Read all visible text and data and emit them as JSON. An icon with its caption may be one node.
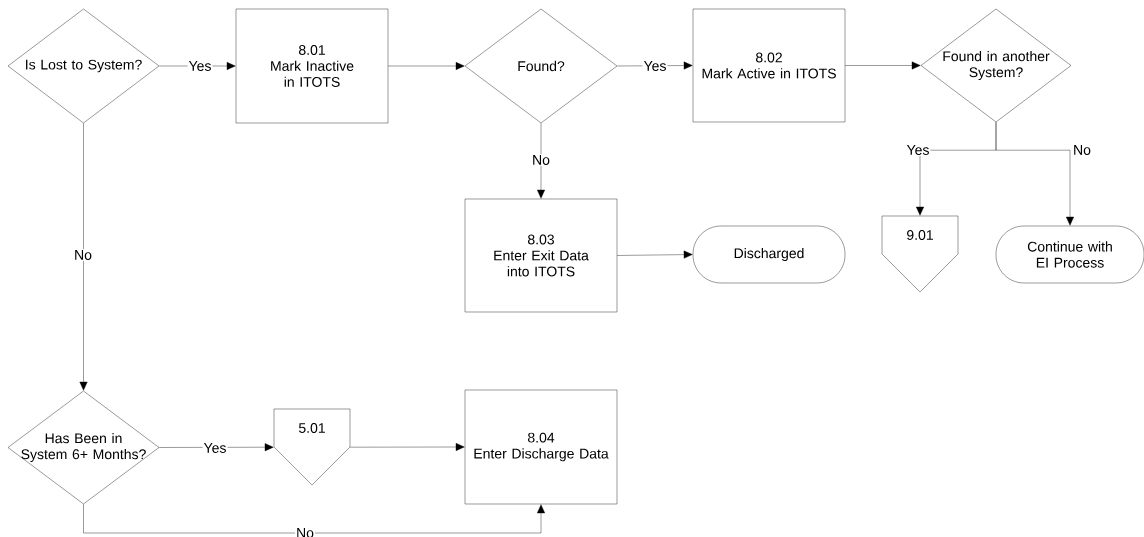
{
  "diagram": {
    "nodes": [
      {
        "text": [
          "Is Lost to System?"
        ]
      },
      {
        "text": [
          "8.01",
          "Mark Inactive in ITOTS"
        ]
      },
      {
        "text": [
          "Found?"
        ]
      },
      {
        "text": [
          "8.02",
          "Mark Active in ITOTS"
        ]
      },
      {
        "text": [
          "Found in another System?"
        ]
      },
      {
        "text": [
          "8.03",
          "Enter Exit Data into ITOTS"
        ]
      },
      {
        "text": [
          "Discharged"
        ]
      },
      {
        "text": [
          "9.01"
        ]
      },
      {
        "text": [
          "Continue with EI Process"
        ]
      },
      {
        "text": [
          "Has Been in System 6+ Months?"
        ]
      },
      {
        "text": [
          "5.01"
        ]
      },
      {
        "text": [
          "8.04",
          "Enter Discharge Data"
        ]
      }
    ],
    "edges": [
      {
        "from": 0,
        "to": 1,
        "arrow": "to",
        "label": "Yes"
      },
      {
        "from": 1,
        "to": 2,
        "arrow": "to"
      },
      {
        "from": 2,
        "to": 3,
        "arrow": "to",
        "label": "Yes"
      },
      {
        "from": 3,
        "to": 4,
        "arrow": "to"
      },
      {
        "from": 2,
        "to": 5,
        "arrow": "to",
        "label": "No"
      },
      {
        "from": 5,
        "to": 6,
        "arrow": "to"
      },
      {
        "from": 4,
        "to": 7,
        "arrow": "to",
        "label": "Yes"
      },
      {
        "from": 4,
        "to": 8,
        "arrow": "to",
        "label": "No"
      },
      {
        "from": 0,
        "to": 9,
        "arrow": "to",
        "label": "No"
      },
      {
        "from": 9,
        "to": 10,
        "arrow": "to",
        "label": "Yes"
      },
      {
        "from": 10,
        "to": 11,
        "arrow": "to"
      },
      {
        "from": 9,
        "to": 11,
        "arrow": "to",
        "label": "No"
      }
    ]
  }
}
